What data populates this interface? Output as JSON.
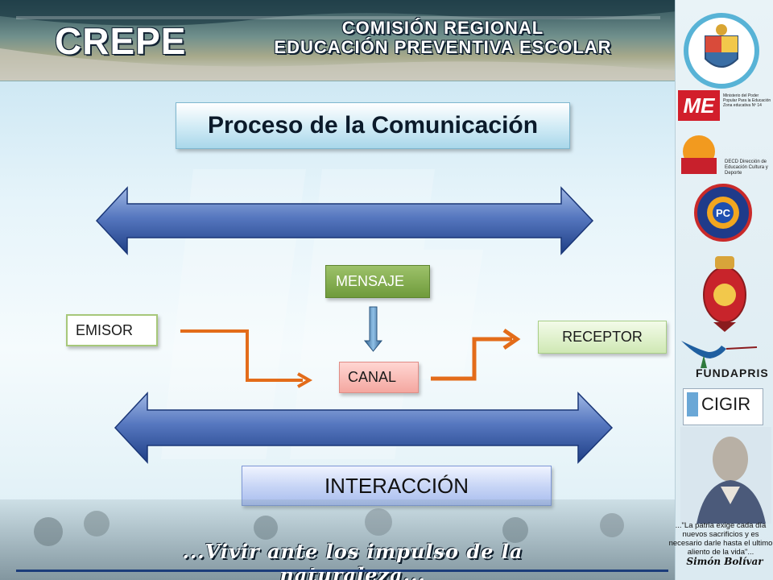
{
  "header": {
    "logo_text": "CREPE",
    "line1": "COMISIÓN REGIONAL",
    "line2": "EDUCACIÓN PREVENTIVA ESCOLAR"
  },
  "title": "Proceso de la Comunicación",
  "diagram": {
    "emisor": "EMISOR",
    "mensaje": "MENSAJE",
    "canal": "CANAL",
    "receptor": "RECEPTOR",
    "interaccion": "INTERACCIÓN"
  },
  "footer": {
    "motto": "...Vivir ante los impulso de la naturaleza..."
  },
  "sidebar": {
    "me_logo_text": "ME",
    "me_caption": "Ministerio del Poder Popular Para la Educación Zona educativa Nº 14",
    "merida_caption": "DECD Dirección de Educación Cultura y Deporte",
    "pc_text": "PC",
    "fundapris": "FUNDAPRIS",
    "cigir": "CIGIR",
    "quote": "...\"La patria exige cada día nuevos sacrificios y es necesario darle hasta el ultimo aliento de la vida\"...",
    "signature": "Simón Bolívar"
  },
  "colors": {
    "arrow_blue_dark": "#1f3f86",
    "arrow_blue_light": "#6d8fd0",
    "connector_orange": "#e36c1a",
    "mensaje_green": "#7fa84a",
    "canal_pink": "#f6b3ad",
    "title_blue": "#bde3f2"
  }
}
